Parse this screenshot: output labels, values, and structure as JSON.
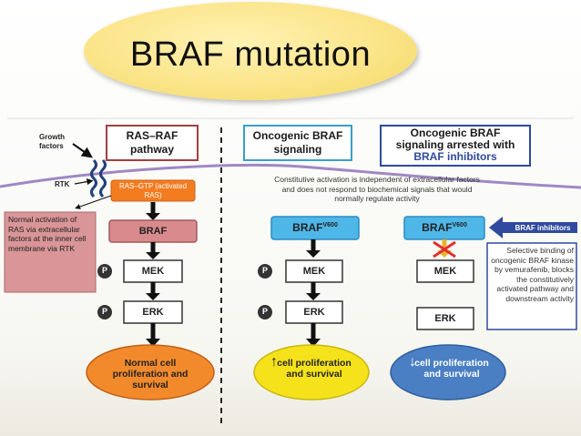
{
  "title": "BRAF mutation",
  "left_panel": {
    "header": "RAS–RAF pathway",
    "growth_factors": "Growth factors",
    "rtk": "RTK",
    "ras_gtp": "RAS–GTP (activated RAS)",
    "side_note": "Normal activation of RAS via extracellular factors at the inner cell membrane via RTK",
    "braf": "BRAF",
    "mek": "MEK",
    "erk": "ERK",
    "p": "P",
    "outcome": "Normal cell proliferation and survival"
  },
  "middle_panel": {
    "header": "Oncogenic BRAF signaling",
    "note": "Constitutive activation is independent of extracellular factors and does not respond to biochemical signals that would normally regulate activity",
    "braf": "BRAF",
    "braf_sup": "V600",
    "mek": "MEK",
    "erk": "ERK",
    "p": "P",
    "outcome_arrow": "↑",
    "outcome": "cell proliferation and survival"
  },
  "right_panel": {
    "header_line1": "Oncogenic BRAF",
    "header_line2": "signaling arrested with",
    "header_line3": "BRAF inhibitors",
    "braf": "BRAF",
    "braf_sup": "V600",
    "inhibitors_label": "BRAF inhibitors",
    "callout": "Selective binding of oncogenic BRAF kinase by vemurafenib, blocks the constitutively activated pathway and downstream activity",
    "mek": "MEK",
    "erk": "ERK",
    "outcome_arrow": "↓",
    "outcome": "cell proliferation and survival"
  },
  "colors": {
    "title_fill": "#fbe58a",
    "membrane": "#9f88c4",
    "ras_gtp": "#f47c20",
    "braf_normal": "#d98a8c",
    "braf_mutant": "#4fb6e8",
    "inhibitor_arrow": "#2f4a9e",
    "normal_outcome": "#f28a2c",
    "up_outcome": "#f5e21b",
    "down_outcome": "#4a7fc4",
    "side_note": "#d99597"
  }
}
